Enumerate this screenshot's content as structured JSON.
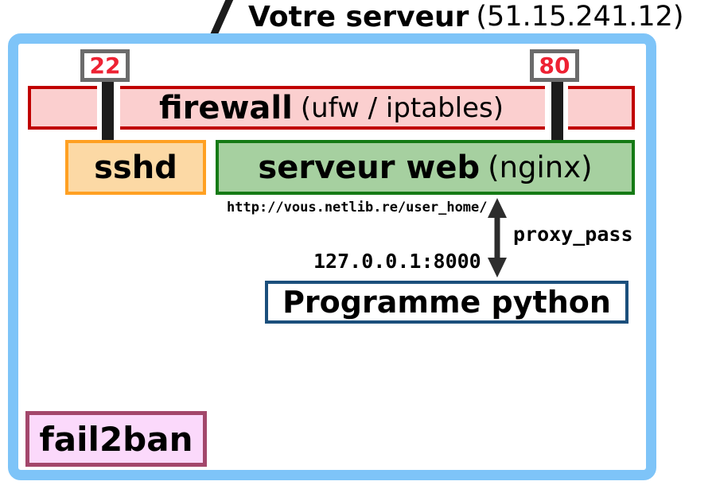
{
  "title": {
    "name": "Votre serveur",
    "ip": "(51.15.241.12)"
  },
  "ports": [
    {
      "number": "22"
    },
    {
      "number": "80"
    }
  ],
  "firewall": {
    "name": "firewall",
    "detail": "(ufw / iptables)"
  },
  "boxes": {
    "sshd": {
      "label": "sshd"
    },
    "web_server": {
      "name": "serveur web",
      "detail": "(nginx)"
    },
    "python": {
      "label": "Programme python"
    },
    "fail2ban": {
      "label": "fail2ban"
    }
  },
  "proxy": {
    "public_url": "http://vous.netlib.re/user_home/",
    "label": "proxy_pass",
    "local_address": "127.0.0.1:8000"
  },
  "colors": {
    "frame_blue": "#7EC4F8",
    "firewall_border": "#C00000",
    "firewall_bg": "#FBCFCF",
    "port_text_red": "#EE2233",
    "port_border_gray": "#6B6B6B",
    "sshd_border": "#FFA022",
    "sshd_bg": "#FCD9A5",
    "web_border": "#157A15",
    "web_bg": "#A6D0A0",
    "python_border": "#1B4F7C",
    "fail2ban_border": "#A3476B",
    "fail2ban_bg": "#FBD9FB",
    "connector_black": "#1C1C1C"
  }
}
